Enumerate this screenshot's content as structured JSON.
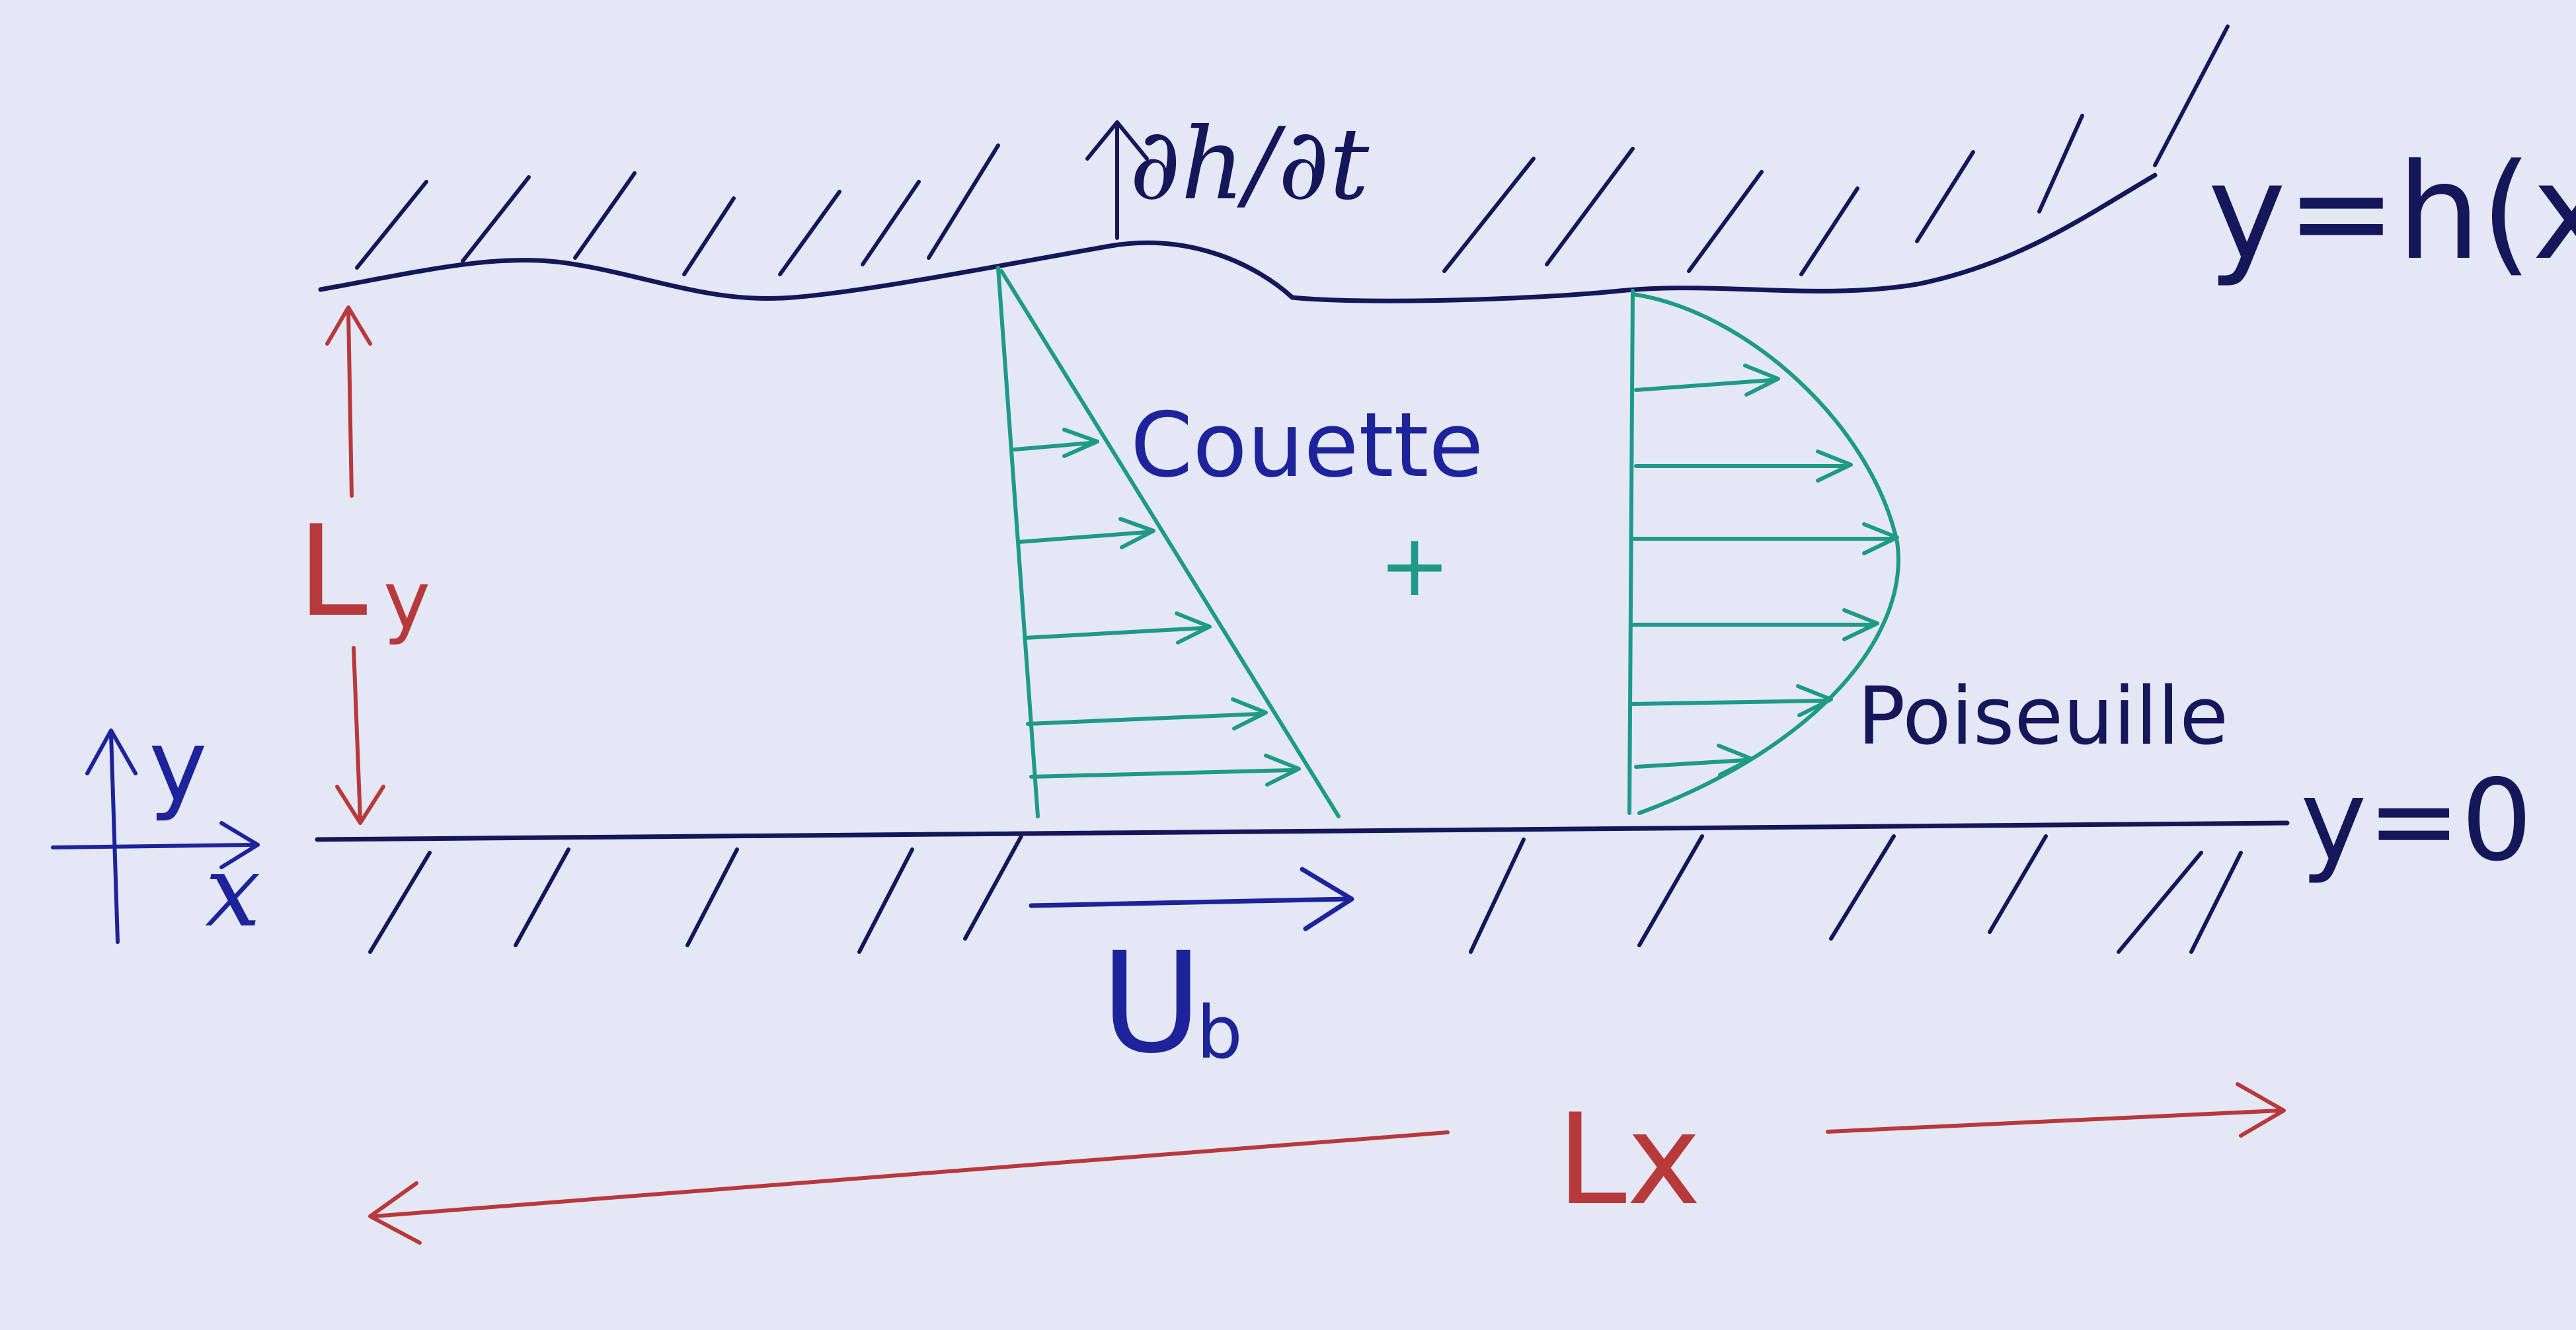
{
  "labels": {
    "top_wall": "y=h(x,t)",
    "wall_velocity": "∂h/∂t",
    "bottom_wall": "y=0",
    "couette": "Couette",
    "plus": "+",
    "poiseuille": "Poiseuille",
    "height_label": "L",
    "height_sub": "y",
    "length_label": "Lx",
    "belt_speed": "U",
    "belt_speed_sub": "b",
    "axis_x": "x",
    "axis_y": "y"
  },
  "colors": {
    "paper": "#e4e7f4",
    "ink_dark": "#16165a",
    "ink_blue": "#1d239a",
    "ink_teal": "#1e9a86",
    "ink_red": "#b8393c"
  }
}
